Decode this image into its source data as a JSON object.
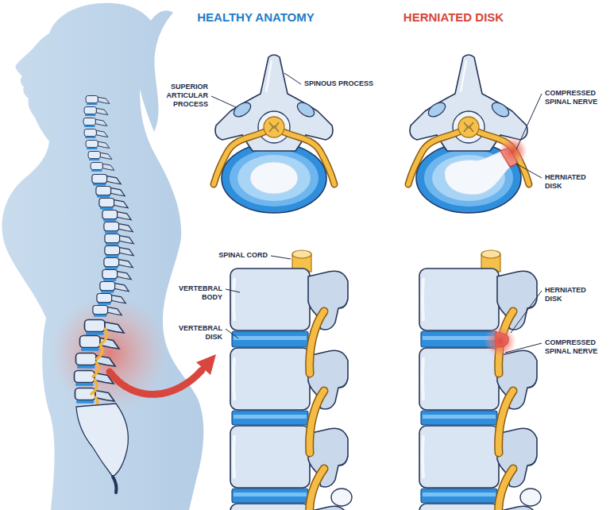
{
  "diagram": {
    "labels": [
      "HEALTHY ANATOMY",
      "HERNIATED DISK",
      "SUPERIOR ARTICULAR PROCESS",
      "SPINOUS PROCESS",
      "COMPRESSED SPINAL NERVE",
      "HERNIATED DISK",
      "SPINAL CORD",
      "VERTEBRAL BODY",
      "VERTEBRAL DISK",
      "HERNIATED DISK",
      "COMPRESSED SPINAL NERVE"
    ]
  }
}
